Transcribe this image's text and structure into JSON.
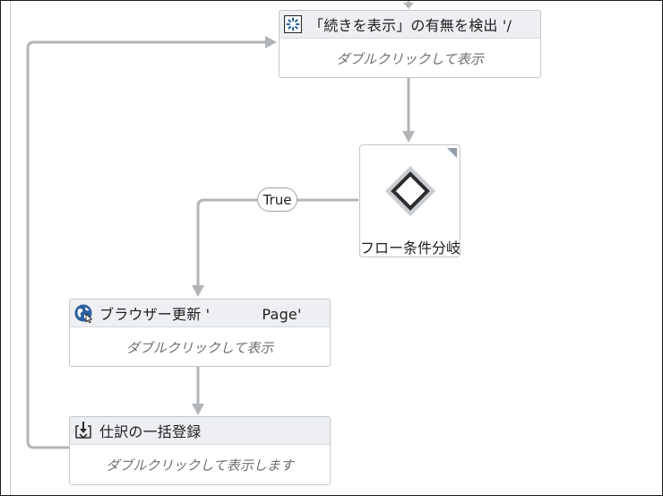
{
  "activities": {
    "detect": {
      "title": "「続きを表示」の有無を検出 '/",
      "body": "ダブルクリックして表示",
      "icon": "element-exists-icon"
    },
    "refresh": {
      "title": "ブラウザー更新 '           Page'",
      "body": "ダブルクリックして表示",
      "icon": "browser-globe-icon"
    },
    "register": {
      "title": "仕訳の一括登録",
      "body": "ダブルクリックして表示します",
      "icon": "invoke-workflow-icon"
    }
  },
  "decision": {
    "label": "フロー条件分岐",
    "true_label": "True"
  },
  "colors": {
    "connector": "#b1b4b8",
    "header_bg": "#edeff2",
    "border": "#c4c7cc",
    "placeholder_text": "#6f6f6f"
  }
}
